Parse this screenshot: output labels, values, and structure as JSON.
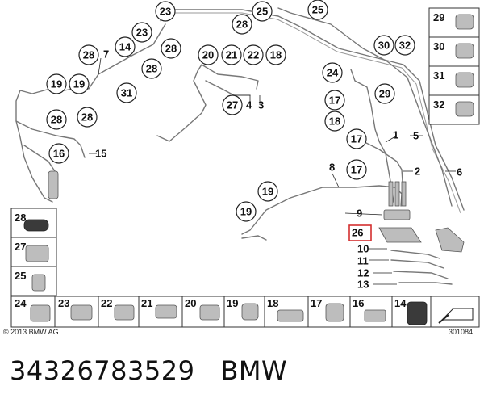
{
  "callouts_main": [
    "23",
    "25",
    "25",
    "28",
    "23",
    "14",
    "7",
    "28",
    "28",
    "28",
    "19",
    "19",
    "31",
    "28",
    "28",
    "16",
    "15",
    "20",
    "21",
    "22",
    "18",
    "27",
    "4",
    "3",
    "24",
    "30",
    "32",
    "17",
    "29",
    "18",
    "17",
    "1",
    "5",
    "2",
    "6",
    "8",
    "17",
    "19",
    "19",
    "9",
    "26",
    "10",
    "11",
    "12",
    "13"
  ],
  "side_boxes": [
    "29",
    "30",
    "31",
    "32"
  ],
  "left_boxes": [
    "28",
    "27",
    "25"
  ],
  "bottom_boxes": [
    "24",
    "23",
    "22",
    "21",
    "20",
    "19",
    "18",
    "17",
    "16",
    "14"
  ],
  "highlighted_item": "26",
  "copyright": "© 2013 BMW AG",
  "figure_id": "301084",
  "part_number": "34326783529",
  "brand": "BMW"
}
